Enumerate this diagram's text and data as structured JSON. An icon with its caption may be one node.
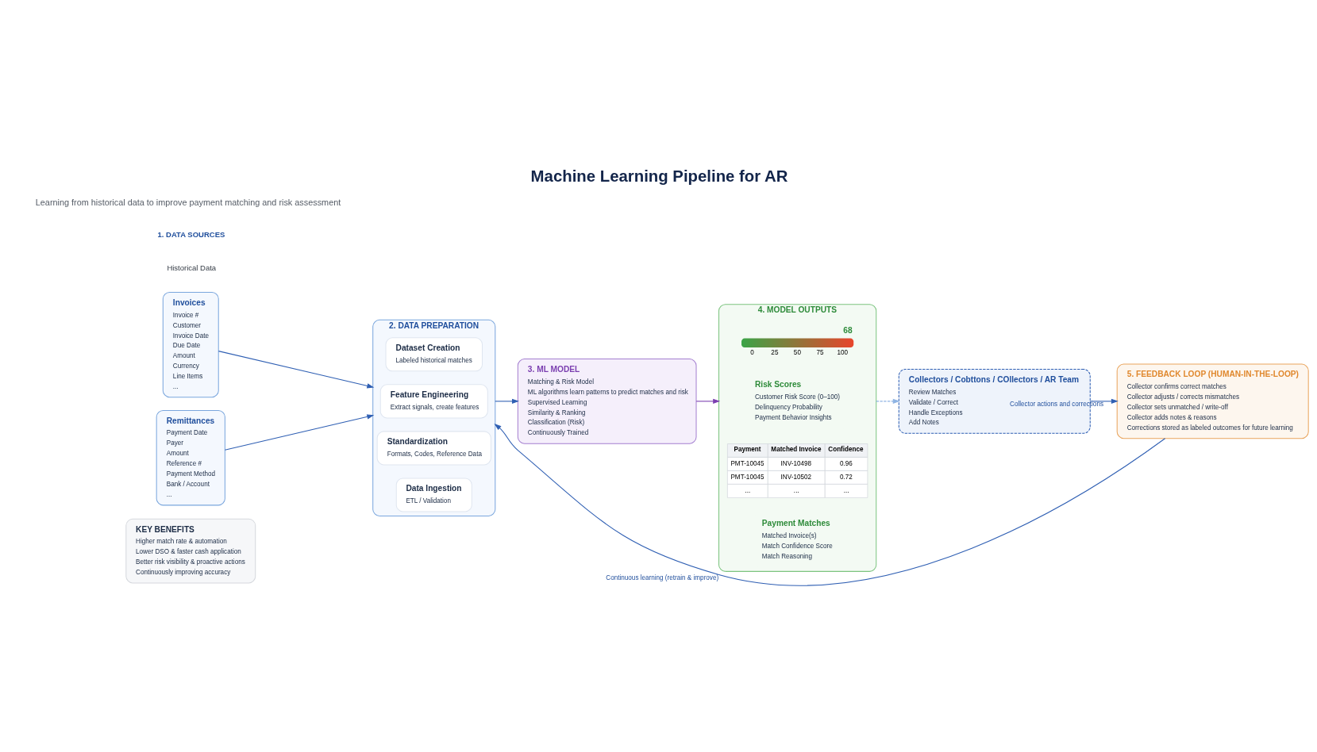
{
  "diagram": {
    "title": "Machine Learning Pipeline for AR",
    "nodes": [
      {
        "text": [
          "Invoices",
          "Invoice #",
          "Customer",
          "Invoice Date",
          "Due Date",
          "Amount",
          "Currency",
          "Line Items",
          "..."
        ]
      },
      {
        "text": [
          "Remittances",
          "Payment Date",
          "Payer",
          "Amount",
          "Reference #",
          "Payment Method",
          "Bank / Account",
          "..."
        ]
      },
      {
        "text": [
          "2. DATA PREPARATION"
        ]
      },
      {
        "text": [
          "Data Ingestion",
          "ETL / Validation"
        ],
        "in": 2
      },
      {
        "text": [
          "Standardization",
          "Formats, Codes, Reference Data"
        ],
        "in": 2
      },
      {
        "text": [
          "Feature Engineering",
          "Extract signals, create features"
        ],
        "in": 2
      },
      {
        "text": [
          "Dataset Creation",
          "Labeled historical matches"
        ],
        "in": 2
      },
      {
        "text": [
          "3. ML MODEL",
          "Matching & Risk Model",
          "ML algorithms learn patterns to predict matches and risk",
          "Supervised Learning",
          "Similarity & Ranking",
          "Classification (Risk)",
          "Continuously Trained"
        ]
      },
      {
        "text": [
          "4. MODEL OUTPUTS"
        ]
      },
      {
        "text": [
          "Payment Matches",
          "Matched Invoice(s)",
          "Match Confidence Score",
          "Match Reasoning"
        ],
        "in": 8
      },
      {
        "text": [
          "Risk Scores",
          "Customer Risk Score (0–100)",
          "Delinquency Probability",
          "Payment Behavior Insights"
        ],
        "in": 8
      },
      {
        "text": [
          "Collectors / Cobttons / COllectors / AR Team",
          "Review Matches",
          "Validate / Correct",
          "Handle Exceptions",
          "Add Notes"
        ]
      },
      {
        "text": [
          "5. FEEDBACK LOOP (HUMAN-IN-THE-LOOP)",
          "Collector confirms correct matches",
          "Collector adjusts / corrects mismatches",
          "Collector sets unmatched / write-off",
          "Collector adds notes & reasons",
          "Corrections stored as labeled outcomes for future learning"
        ]
      },
      {
        "text": [
          "KEY BENEFITS",
          "Higher match rate & automation",
          "Lower DSO & faster cash application",
          "Better risk visibility & proactive actions",
          "Continuously improving accuracy"
        ]
      }
    ],
    "edges": [
      {
        "from": 0,
        "to": 2,
        "arrow": "to"
      },
      {
        "from": 1,
        "to": 2,
        "arrow": "to"
      },
      {
        "from": 2,
        "to": 7,
        "arrow": "to"
      },
      {
        "from": 7,
        "to": 8,
        "arrow": "to",
        "color": "#7b3fb0"
      },
      {
        "from": 8,
        "to": 11,
        "arrow": "to",
        "style": "dashed",
        "color": "#8fb4e3"
      },
      {
        "from": 11,
        "to": 12,
        "arrow": "to",
        "label": "Collector actions and corrections"
      },
      {
        "from": 12,
        "to": 2,
        "arrow": "to",
        "label": "Continuous learning (retrain & improve)"
      }
    ],
    "labels": [
      "Learning from historical data to improve payment matching and risk assessment",
      "1. DATA SOURCES",
      "Historical Data",
      "Payment",
      "Matched Invoice",
      "Confidence",
      "PMT-10045",
      "INV-10498",
      "0.96",
      "PMT-10045",
      "INV-10502",
      "0.72",
      "...",
      "...",
      "...",
      "68",
      "0",
      "25",
      "50",
      "75",
      "100"
    ]
  }
}
